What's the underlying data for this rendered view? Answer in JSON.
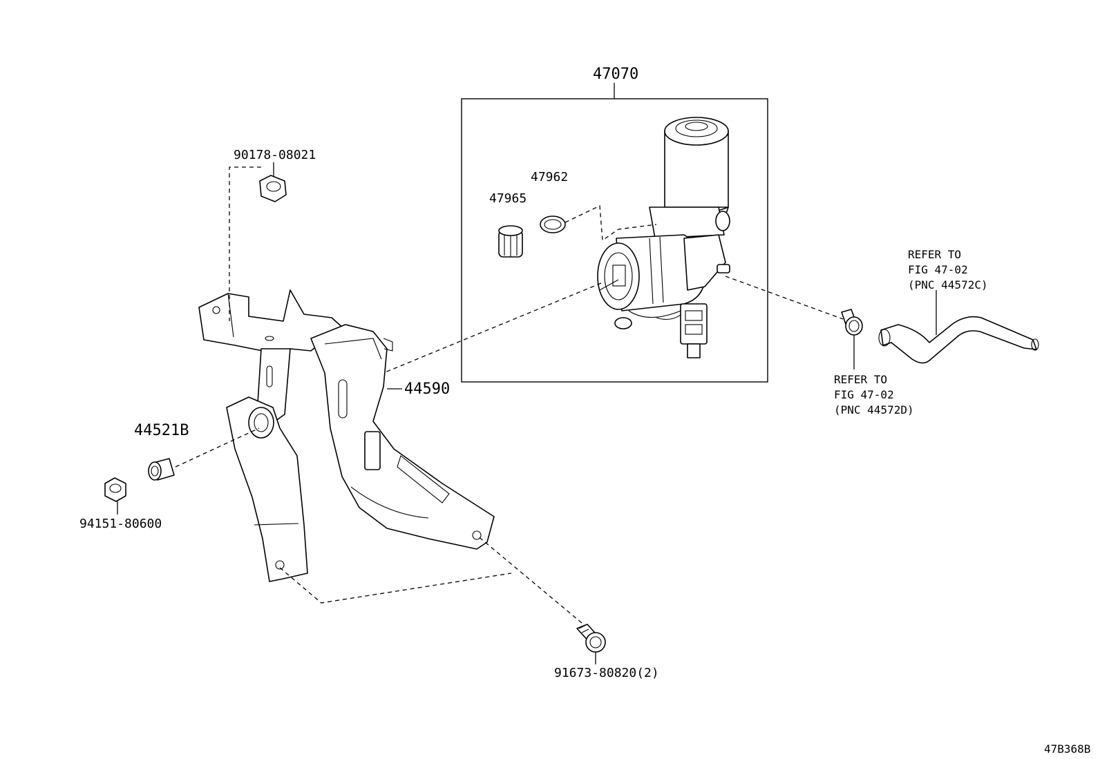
{
  "diagram_id": "47B368B",
  "parts": {
    "pump_assembly": "47070",
    "seal_ring": "47962",
    "filter": "47965",
    "bracket": "44590",
    "nut_top": "90178-08021",
    "collar": "44521B",
    "nut_bottom": "94151-80600",
    "bolt": "91673-80820(2)"
  },
  "references": {
    "upper": [
      "REFER TO",
      "FIG 47-02",
      "(PNC 44572C)"
    ],
    "lower": [
      "REFER TO",
      "FIG 47-02",
      "(PNC 44572D)"
    ]
  }
}
